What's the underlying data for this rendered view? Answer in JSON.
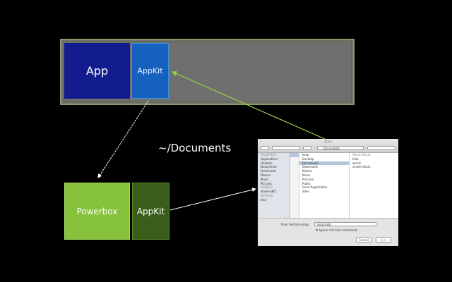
{
  "sandbox": {
    "app_label": "App",
    "appkit_label": "AppKit"
  },
  "powerbox": {
    "label": "Powerbox",
    "appkit_label": "AppKit"
  },
  "path_label": "~/Documents",
  "dialog": {
    "title": "Open",
    "location": "Documents",
    "sidebar": {
      "favorites_header": "FAVORITES",
      "favorites": [
        "Applications",
        "Desktop",
        "Documents",
        "Downloads",
        "Movies",
        "Music",
        "Pictures"
      ],
      "shared_header": "SHARED",
      "shared": [
        "wheel-a8f5"
      ],
      "devices_header": "DEVICES",
      "devices": [
        "disk"
      ]
    },
    "column1": [
      "keep",
      "Desktop",
      "Documents",
      "Downloads",
      "Movies",
      "Music",
      "Pictures",
      "Public",
      "Send Registration",
      "Sites"
    ],
    "column2": [
      "About Stacks",
      "help",
      "words",
      "xcode-sdium"
    ],
    "encoding_label": "Plain Text Encoding:",
    "encoding_value": "Automatic",
    "ignore_label": "Ignore rich text commands",
    "cancel": "Cancel",
    "open": "Open"
  },
  "colors": {
    "app": "#131c8c",
    "appkit": "#1660c0",
    "powerbox": "#86c23a",
    "appkit_sandboxed": "#3a5e1a",
    "arrow_green": "#9ad040"
  }
}
